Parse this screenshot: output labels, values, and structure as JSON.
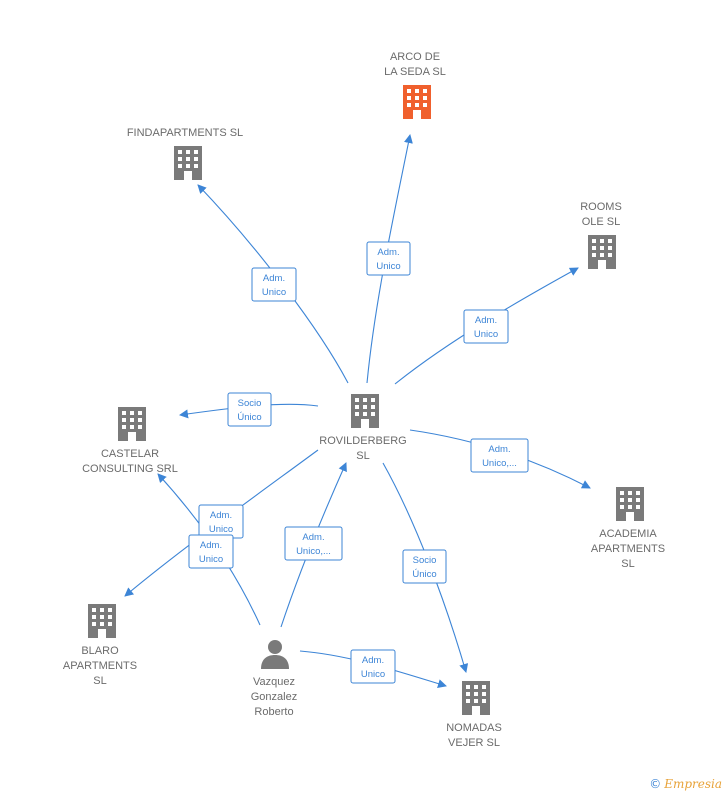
{
  "colors": {
    "edge": "#3d85d6",
    "node": "#7a7a7a",
    "highlight": "#f0602d",
    "label": "#6b6b6b"
  },
  "nodes": [
    {
      "id": "arco",
      "type": "company",
      "highlight": true,
      "lines": [
        "ARCO DE",
        "LA SEDA  SL"
      ]
    },
    {
      "id": "findapartments",
      "type": "company",
      "lines": [
        "FINDAPARTMENTS SL"
      ]
    },
    {
      "id": "rooms",
      "type": "company",
      "lines": [
        "ROOMS",
        "OLE  SL"
      ]
    },
    {
      "id": "rovilderberg",
      "type": "company",
      "lines": [
        "ROVILDERBERG",
        "SL"
      ]
    },
    {
      "id": "castelar",
      "type": "company",
      "lines": [
        "CASTELAR",
        "CONSULTING SRL"
      ]
    },
    {
      "id": "academia",
      "type": "company",
      "lines": [
        "ACADEMIA",
        "APARTMENTS",
        "SL"
      ]
    },
    {
      "id": "blaro",
      "type": "company",
      "lines": [
        "BLARO",
        "APARTMENTS",
        "SL"
      ]
    },
    {
      "id": "vazquez",
      "type": "person",
      "lines": [
        "Vazquez",
        "Gonzalez",
        "Roberto"
      ]
    },
    {
      "id": "nomadas",
      "type": "company",
      "lines": [
        "NOMADAS",
        "VEJER  SL"
      ]
    }
  ],
  "edges": [
    {
      "id": "rov-arco",
      "lines": [
        "Adm.",
        "Unico"
      ]
    },
    {
      "id": "rov-find",
      "lines": [
        "Adm.",
        "Unico"
      ]
    },
    {
      "id": "rov-rooms",
      "lines": [
        "Adm.",
        "Unico"
      ]
    },
    {
      "id": "rov-castelar",
      "lines": [
        "Socio",
        "Único"
      ]
    },
    {
      "id": "rov-academia",
      "lines": [
        "Adm.",
        "Unico,..."
      ]
    },
    {
      "id": "rov-nomadas",
      "lines": [
        "Socio",
        "Único"
      ]
    },
    {
      "id": "rov-blaro",
      "lines": [
        "Adm.",
        "Unico"
      ]
    },
    {
      "id": "vaz-castelar",
      "lines": [
        "Adm.",
        "Unico"
      ]
    },
    {
      "id": "vaz-rov",
      "lines": [
        "Adm.",
        "Unico,..."
      ]
    },
    {
      "id": "vaz-nomadas",
      "lines": [
        "Adm.",
        "Unico"
      ]
    }
  ],
  "footer": {
    "copyright": "©",
    "brand": "Empresia"
  }
}
